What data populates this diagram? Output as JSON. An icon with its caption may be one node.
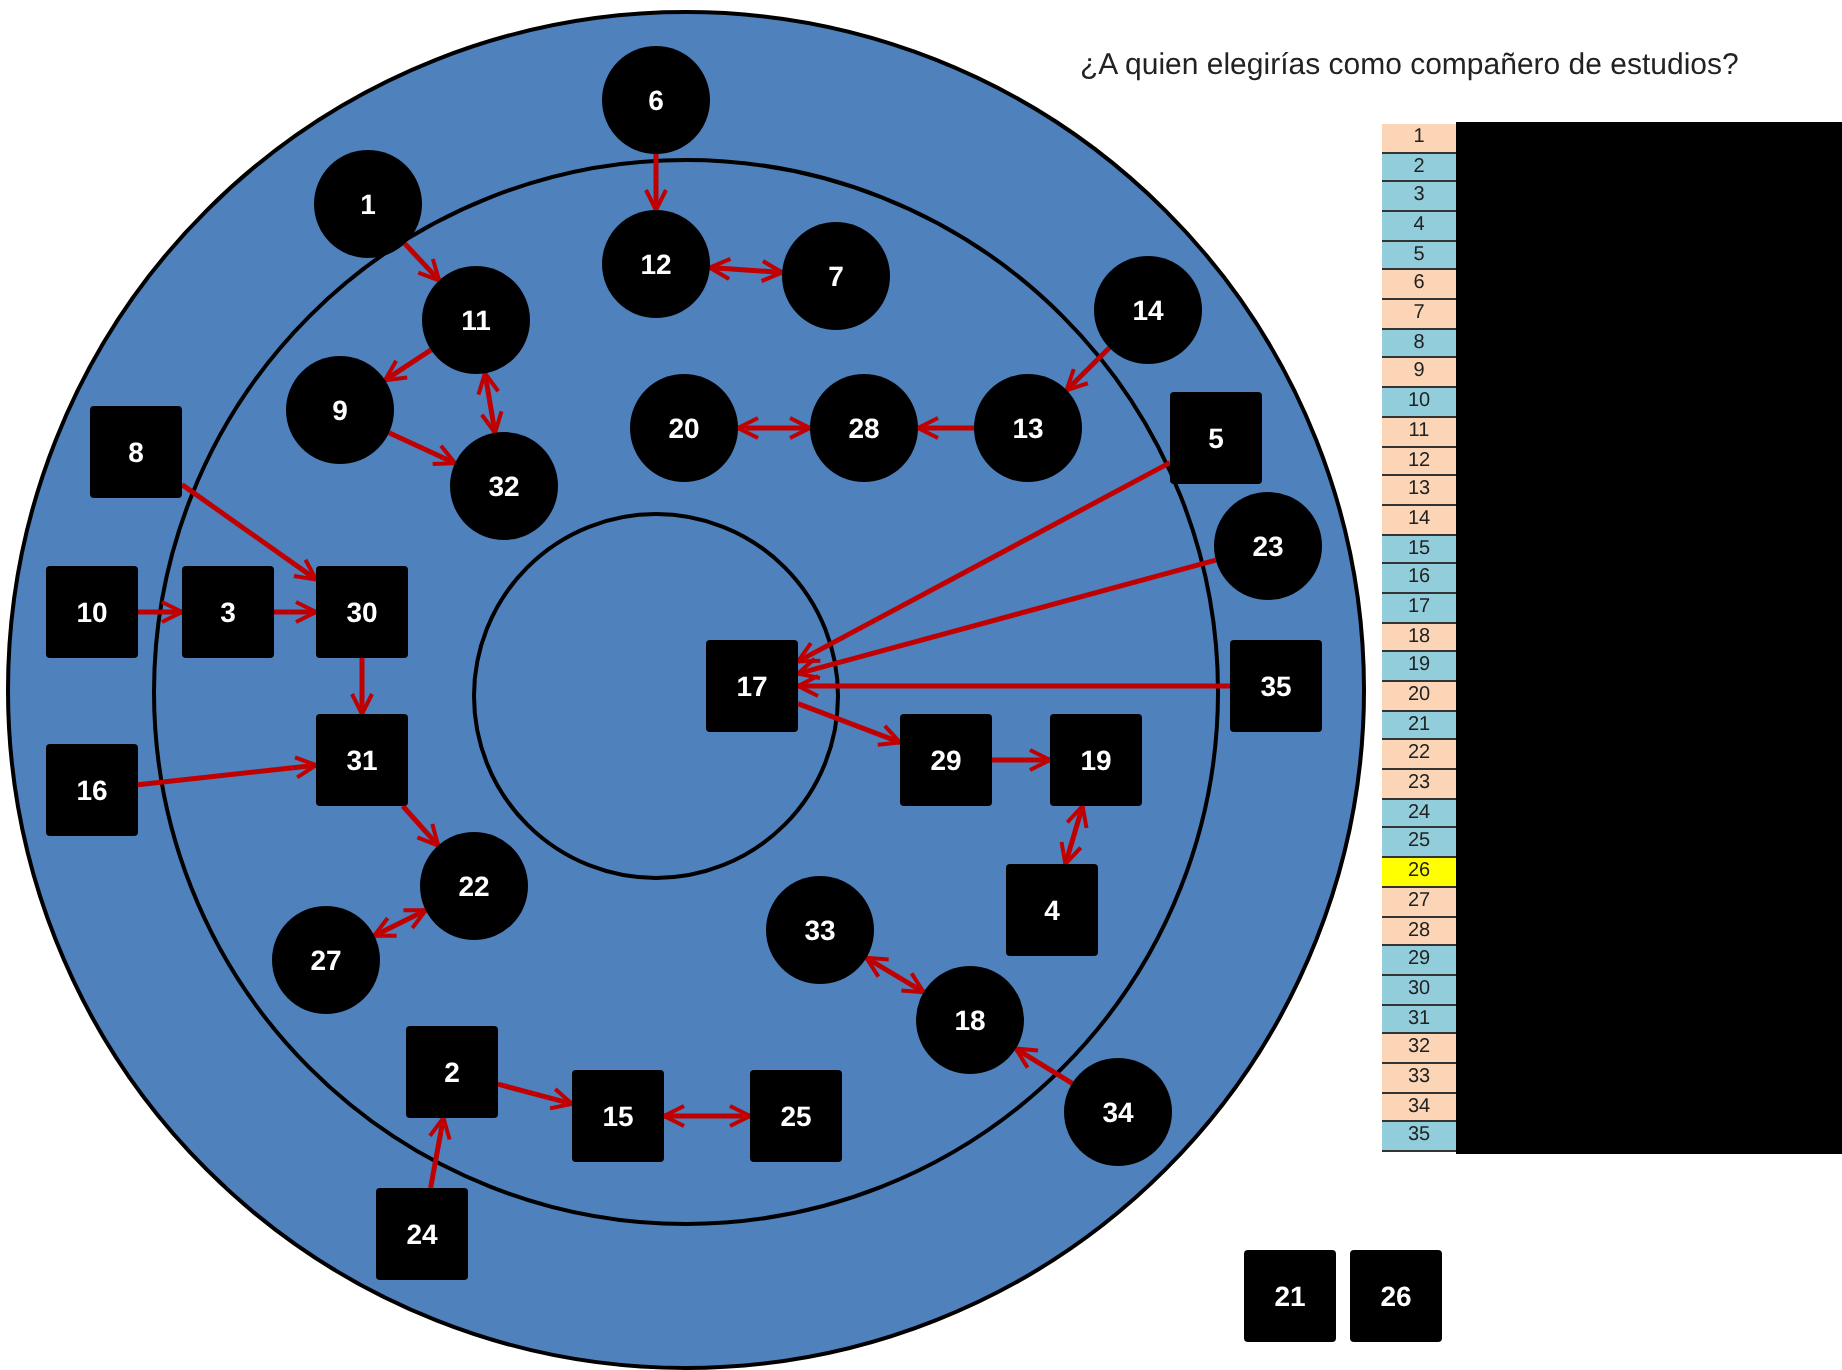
{
  "diagram": {
    "title": "¿A quien elegirías como compañero de estudios?",
    "nodes": [
      {
        "text": [
          "6"
        ]
      },
      {
        "text": [
          "1"
        ]
      },
      {
        "text": [
          "12"
        ]
      },
      {
        "text": [
          "7"
        ]
      },
      {
        "text": [
          "14"
        ]
      },
      {
        "text": [
          "11"
        ]
      },
      {
        "text": [
          "5"
        ]
      },
      {
        "text": [
          "9"
        ]
      },
      {
        "text": [
          "20"
        ]
      },
      {
        "text": [
          "28"
        ]
      },
      {
        "text": [
          "13"
        ]
      },
      {
        "text": [
          "8"
        ]
      },
      {
        "text": [
          "32"
        ]
      },
      {
        "text": [
          "23"
        ]
      },
      {
        "text": [
          "10"
        ]
      },
      {
        "text": [
          "3"
        ]
      },
      {
        "text": [
          "30"
        ]
      },
      {
        "text": [
          "17"
        ]
      },
      {
        "text": [
          "35"
        ]
      },
      {
        "text": [
          "16"
        ]
      },
      {
        "text": [
          "31"
        ]
      },
      {
        "text": [
          "29"
        ]
      },
      {
        "text": [
          "19"
        ]
      },
      {
        "text": [
          "22"
        ]
      },
      {
        "text": [
          "4"
        ]
      },
      {
        "text": [
          "33"
        ]
      },
      {
        "text": [
          "27"
        ]
      },
      {
        "text": [
          "18"
        ]
      },
      {
        "text": [
          "2"
        ]
      },
      {
        "text": [
          "34"
        ]
      },
      {
        "text": [
          "15"
        ]
      },
      {
        "text": [
          "25"
        ]
      },
      {
        "text": [
          "24"
        ]
      },
      {
        "text": [
          "21"
        ]
      },
      {
        "text": [
          "26"
        ]
      }
    ],
    "edges": [
      {
        "from": 0,
        "to": 2,
        "arrow": "to"
      },
      {
        "from": 1,
        "to": 5,
        "arrow": "to"
      },
      {
        "from": 2,
        "to": 3,
        "arrow": "both"
      },
      {
        "from": 4,
        "to": 10,
        "arrow": "to"
      },
      {
        "from": 5,
        "to": 7,
        "arrow": "to"
      },
      {
        "from": 5,
        "to": 12,
        "arrow": "both"
      },
      {
        "from": 7,
        "to": 12,
        "arrow": "to"
      },
      {
        "from": 8,
        "to": 9,
        "arrow": "both"
      },
      {
        "from": 10,
        "to": 9,
        "arrow": "to"
      },
      {
        "from": 6,
        "to": 17,
        "arrow": "to"
      },
      {
        "from": 11,
        "to": 16,
        "arrow": "to"
      },
      {
        "from": 13,
        "to": 17,
        "arrow": "to"
      },
      {
        "from": 14,
        "to": 15,
        "arrow": "to"
      },
      {
        "from": 15,
        "to": 16,
        "arrow": "to"
      },
      {
        "from": 18,
        "to": 17,
        "arrow": "to"
      },
      {
        "from": 16,
        "to": 20,
        "arrow": "to"
      },
      {
        "from": 19,
        "to": 20,
        "arrow": "to"
      },
      {
        "from": 17,
        "to": 21,
        "arrow": "to"
      },
      {
        "from": 21,
        "to": 22,
        "arrow": "to"
      },
      {
        "from": 20,
        "to": 23,
        "arrow": "to"
      },
      {
        "from": 22,
        "to": 24,
        "arrow": "both"
      },
      {
        "from": 23,
        "to": 26,
        "arrow": "both"
      },
      {
        "from": 25,
        "to": 27,
        "arrow": "both"
      },
      {
        "from": 29,
        "to": 27,
        "arrow": "to"
      },
      {
        "from": 32,
        "to": 28,
        "arrow": "to"
      },
      {
        "from": 28,
        "to": 30,
        "arrow": "to"
      },
      {
        "from": 30,
        "to": 31,
        "arrow": "both"
      }
    ],
    "labels": [
      "1",
      "2",
      "3",
      "4",
      "5",
      "6",
      "7",
      "8",
      "9",
      "10",
      "11",
      "12",
      "13",
      "14",
      "15",
      "16",
      "17",
      "18",
      "19",
      "20",
      "21",
      "22",
      "23",
      "24",
      "25",
      "26",
      "27",
      "28",
      "29",
      "30",
      "31",
      "32",
      "33",
      "34",
      "35"
    ]
  }
}
